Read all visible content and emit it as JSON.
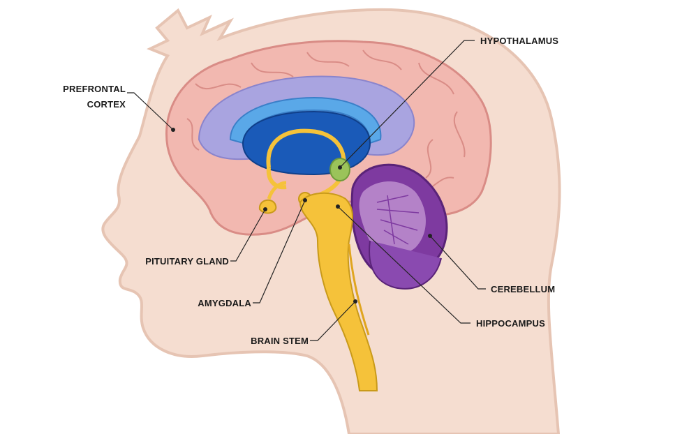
{
  "labels": {
    "prefrontal_cortex_line1": "PREFRONTAL",
    "prefrontal_cortex_line2": "CORTEX",
    "hypothalamus": "HYPOTHALAMUS",
    "pituitary_gland": "PITUITARY GLAND",
    "amygdala": "AMYGDALA",
    "brain_stem": "BRAIN STEM",
    "cerebellum": "CEREBELLUM",
    "hippocampus": "HIPPOCAMPUS"
  },
  "colors": {
    "skin": "#f5ddd0",
    "skin_outline": "#e6c4b3",
    "cortex": "#f2b8b0",
    "cortex_outline": "#d98c86",
    "ventricle": "#a9a4e0",
    "corpus_callosum": "#4a7fd4",
    "thalamus": "#1a5ab8",
    "limbic": "#f5c23a",
    "hypothalamus": "#9bc35a",
    "cerebellum": "#7e3aa0",
    "cerebellum_light": "#c79bd6",
    "stem": "#f5c23a"
  }
}
